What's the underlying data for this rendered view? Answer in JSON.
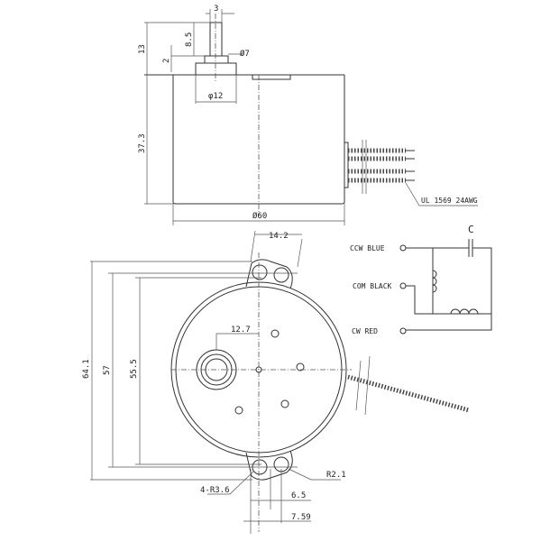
{
  "top_view": {
    "dims": {
      "shaft_width": "3",
      "total_height": "13",
      "shaft_length": "8.5",
      "flange_height": "2",
      "flange_dia": "Ø7",
      "boss_dia": "φ12",
      "body_height": "37.3",
      "body_dia": "Ø60"
    },
    "wire_label": "UL 1569 24AWG"
  },
  "front_view": {
    "dims": {
      "ear_width": "14.2",
      "overall_height": "64.1",
      "hole_pitch": "57",
      "inner_height": "55.5",
      "shaft_offset": "12.7",
      "hole_radius": "4-R3.6",
      "corner_radius": "R2.1",
      "dim_65": "6.5",
      "dim_759": "7.59"
    }
  },
  "wiring": {
    "capacitor": "C",
    "terminals": [
      {
        "label": "CCW BLUE"
      },
      {
        "label": "COM BLACK"
      },
      {
        "label": "CW RED"
      }
    ]
  }
}
